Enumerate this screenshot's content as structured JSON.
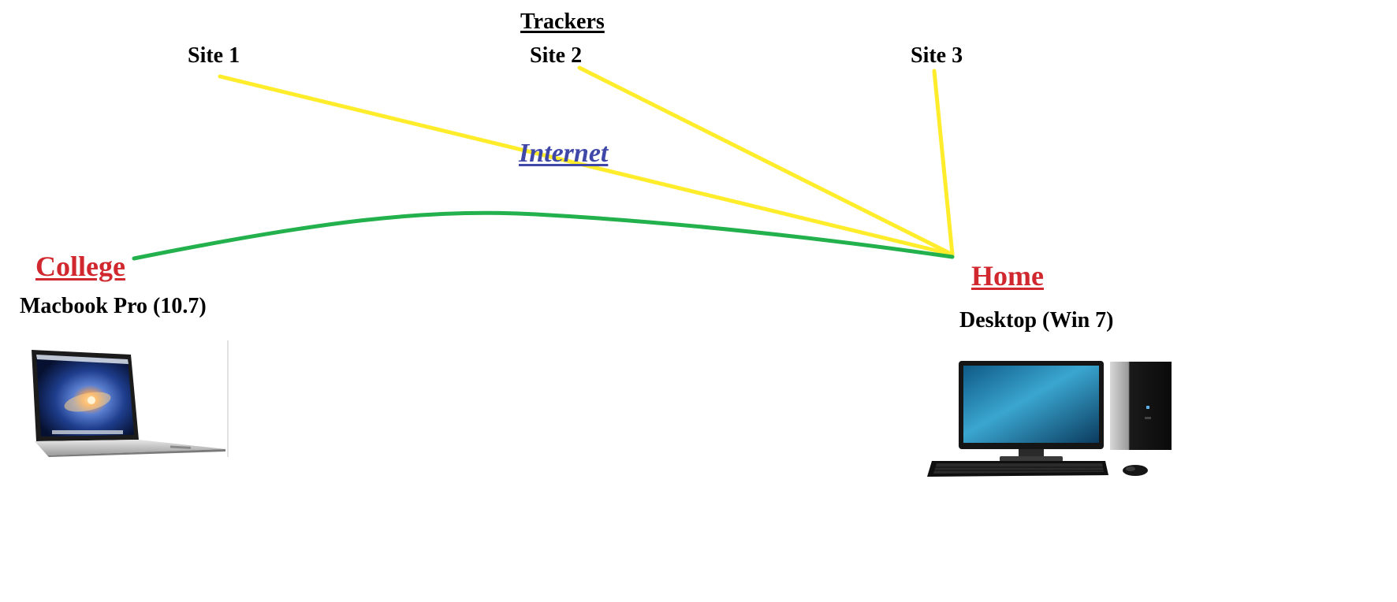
{
  "diagram": {
    "trackers_label": "Trackers",
    "sites": [
      {
        "label": "Site 1"
      },
      {
        "label": "Site 2"
      },
      {
        "label": "Site 3"
      }
    ],
    "internet_label": "Internet",
    "college": {
      "location_label": "College",
      "device_label": "Macbook Pro  (10.7)"
    },
    "home": {
      "location_label": "Home",
      "device_label": "Desktop (Win 7)"
    },
    "colors": {
      "tracker_lines": "#ffec2a",
      "internet_link": "#22b14c",
      "location_text": "#d0282e",
      "internet_text": "#3f48a8"
    }
  }
}
